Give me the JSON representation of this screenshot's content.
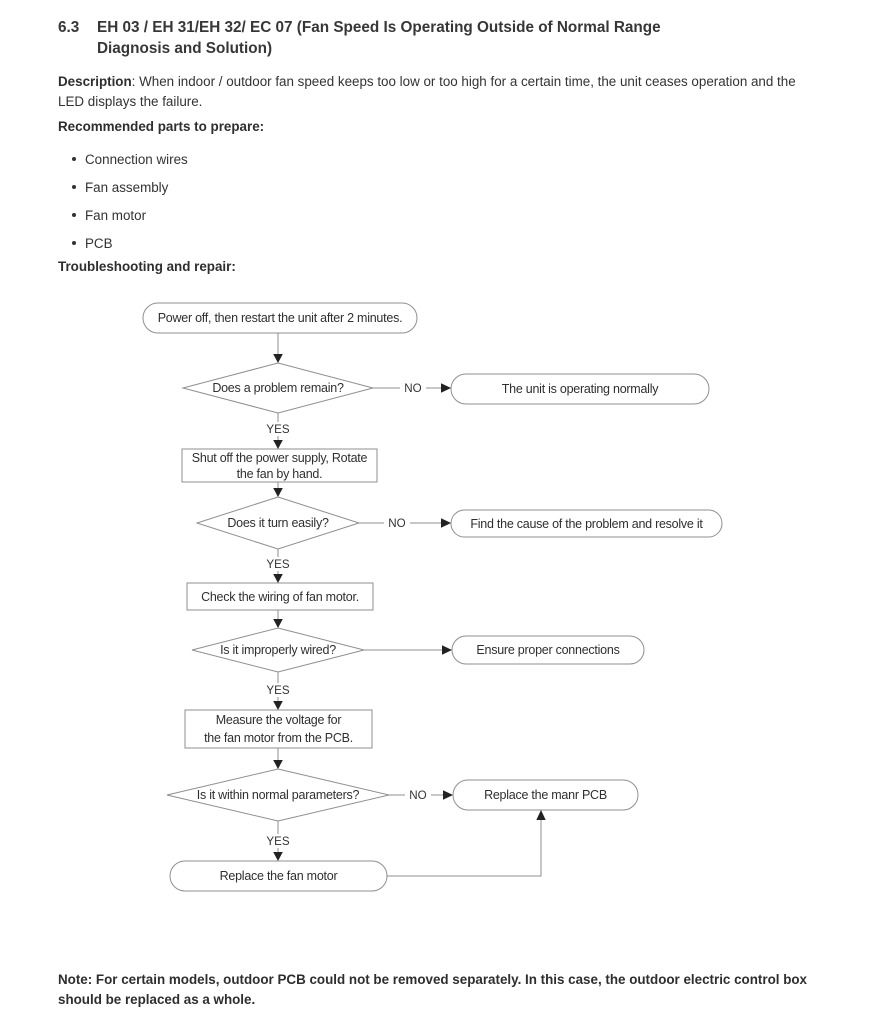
{
  "page": {
    "section_number": "6.3",
    "title_line1": "EH 03 / EH 31/EH 32/ EC 07 (Fan Speed Is Operating Outside of Normal Range",
    "title_line2": "Diagnosis and Solution)",
    "description_label": "Description",
    "description_rest": ": When indoor / outdoor fan speed keeps too low or too high for a certain time, the unit ceases operation and the LED displays the failure.",
    "parts_heading": "Recommended parts to prepare:",
    "parts": [
      "Connection wires",
      "Fan assembly",
      "Fan motor",
      "PCB"
    ],
    "flow_heading": "Troubleshooting and repair:",
    "note": "Note: For certain models, outdoor PCB could not be removed separately. In this case, the outdoor electric control box should be replaced as a whole."
  },
  "flowchart": {
    "nodes": {
      "start": {
        "type": "stadium",
        "text": "Power off, then restart the unit after 2 minutes."
      },
      "q1": {
        "type": "diamond",
        "text": "Does a problem remain?"
      },
      "a1": {
        "type": "stadium",
        "text": "The unit is operating normally"
      },
      "p1": {
        "type": "process",
        "line1": "Shut off the power supply, Rotate",
        "line2": "the fan by hand."
      },
      "q2": {
        "type": "diamond",
        "text": "Does it turn easily?"
      },
      "a2": {
        "type": "stadium",
        "text": "Find the cause of the problem and resolve it"
      },
      "p2": {
        "type": "process",
        "text": "Check the wiring of fan motor."
      },
      "q3": {
        "type": "diamond",
        "text": "Is it improperly wired?"
      },
      "a3": {
        "type": "stadium",
        "text": "Ensure proper connections"
      },
      "p3": {
        "type": "process",
        "line1": "Measure the voltage for",
        "line2": "the fan motor from the  PCB."
      },
      "q4": {
        "type": "diamond",
        "text": "Is it within normal parameters?"
      },
      "a4": {
        "type": "stadium",
        "text": "Replace the manr PCB"
      },
      "end": {
        "type": "stadium",
        "text": "Replace the fan motor"
      }
    },
    "labels": {
      "yes1": "YES",
      "no1": "NO",
      "yes2": "YES",
      "no2": "NO",
      "yes3": "YES",
      "yes4": "YES",
      "no4": "NO"
    },
    "colors": {
      "line": "#8f8f8f",
      "arrowhead": "#222222",
      "node_border": "#8f8f8f",
      "text": "#2f2f2f"
    }
  }
}
